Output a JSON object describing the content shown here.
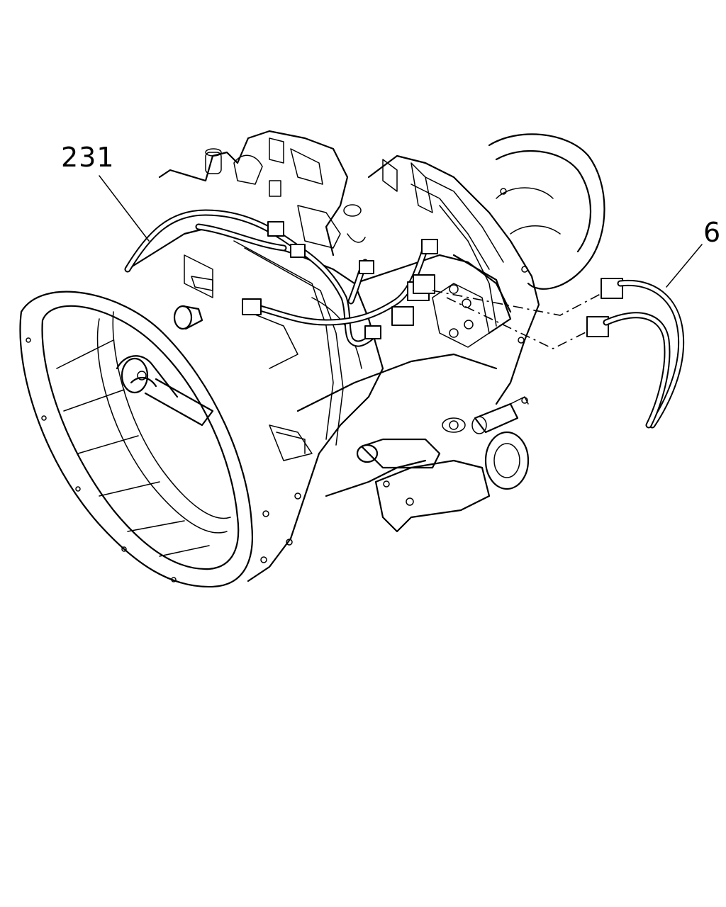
{
  "callouts": [
    {
      "id": "231",
      "label": "231"
    },
    {
      "id": "6",
      "label": "6"
    }
  ],
  "colors": {
    "ink": "#000000",
    "paper": "#ffffff"
  }
}
